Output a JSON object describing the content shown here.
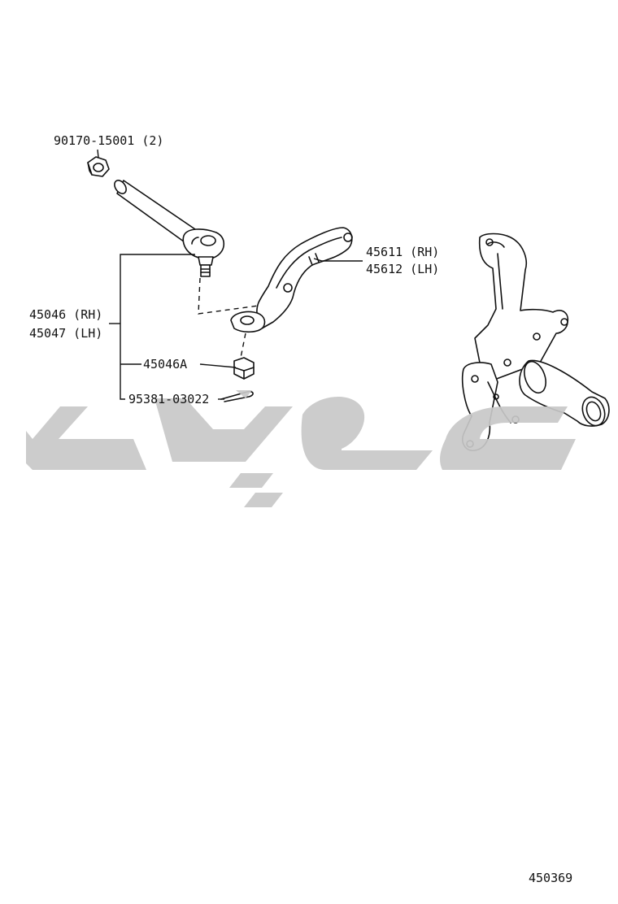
{
  "labels": {
    "nut": "90170-15001 (2)",
    "knuckle_arm_rh": "45611 (RH)",
    "knuckle_arm_lh": "45612 (LH)",
    "tie_rod_end_rh": "45046 (RH)",
    "tie_rod_end_lh": "45047 (LH)",
    "castle_nut": "45046A",
    "cotter_pin": "95381-03022",
    "diagram_number": "450369"
  },
  "watermark": {
    "color": "#c8c8c8"
  }
}
